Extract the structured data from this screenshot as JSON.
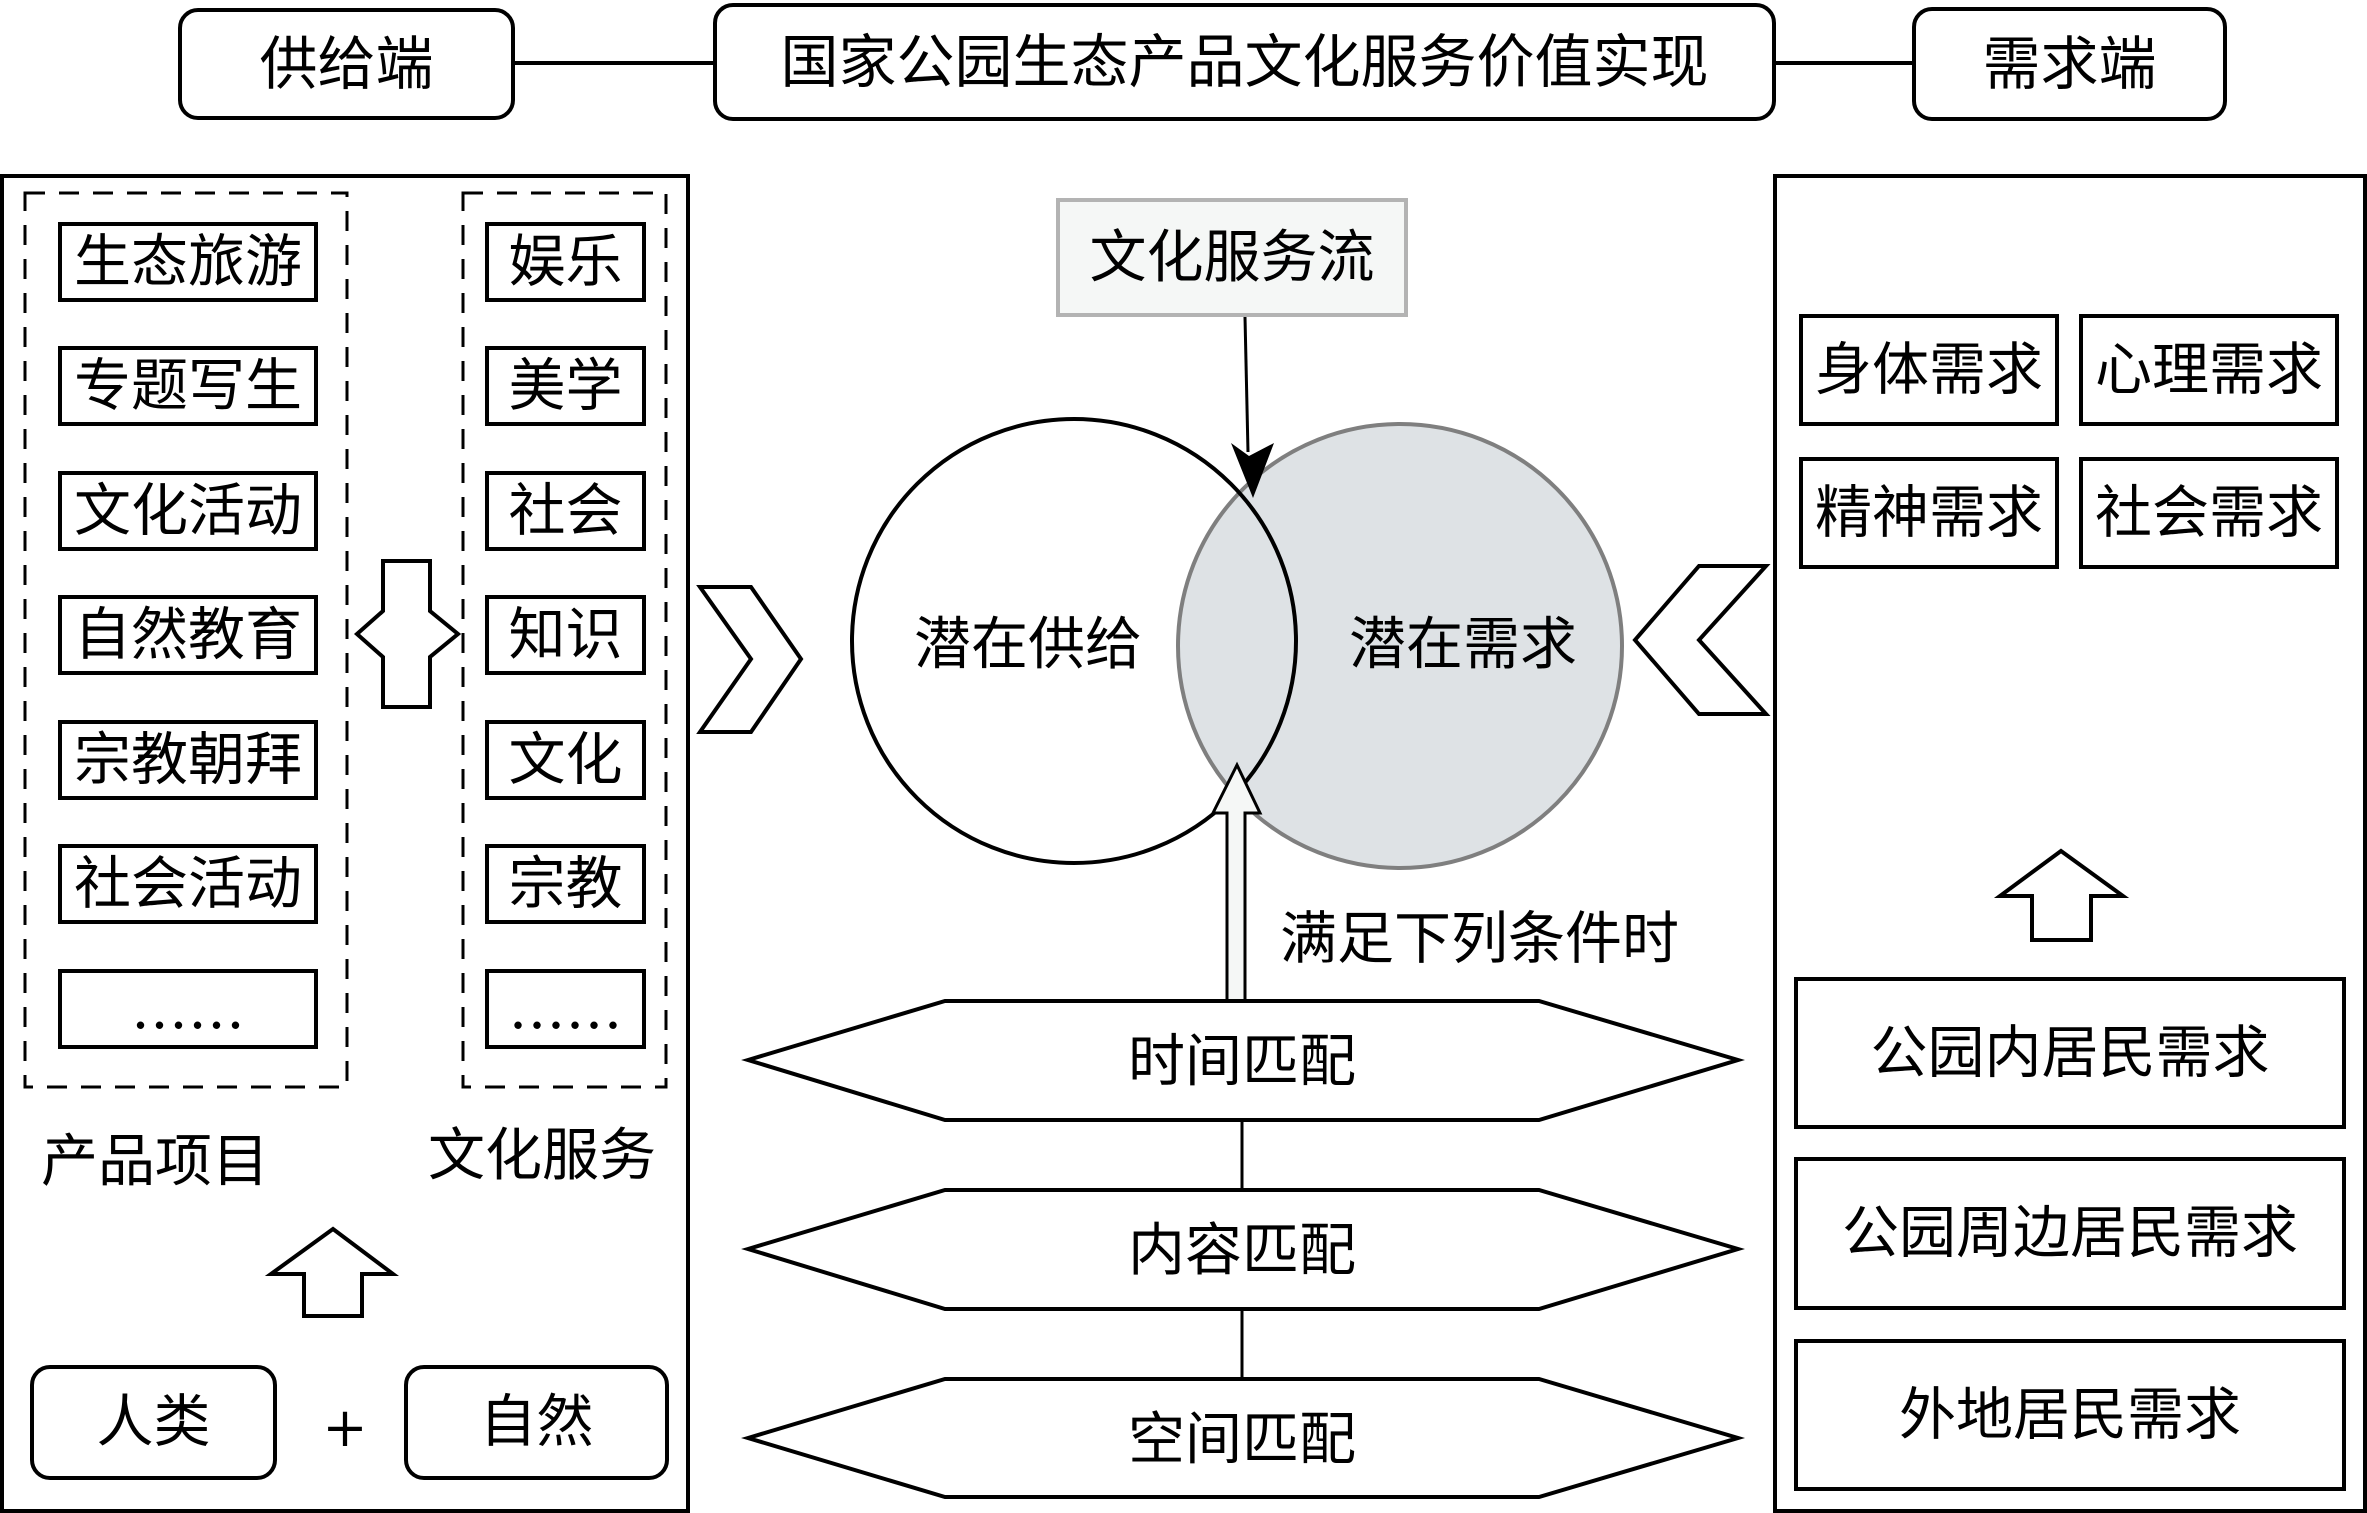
{
  "header": {
    "supply_side": "供给端",
    "title": "国家公园生态产品文化服务价值实现",
    "demand_side": "需求端"
  },
  "supply_panel": {
    "product_items": [
      "生态旅游",
      "专题写生",
      "文化活动",
      "自然教育",
      "宗教朝拜",
      "社会活动",
      "……"
    ],
    "cultural_services": [
      "娱乐",
      "美学",
      "社会",
      "知识",
      "文化",
      "宗教",
      "……"
    ],
    "product_items_label": "产品项目",
    "cultural_services_label": "文化服务",
    "sources": {
      "human": "人类",
      "plus": "+",
      "nature": "自然"
    }
  },
  "center": {
    "flow_label": "文化服务流",
    "potential_supply": "潜在供给",
    "potential_demand": "潜在需求",
    "condition_label": "满足下列条件时",
    "matches": [
      "时间匹配",
      "内容匹配",
      "空间匹配"
    ]
  },
  "demand_panel": {
    "needs": [
      "身体需求",
      "心理需求",
      "精神需求",
      "社会需求"
    ],
    "residents": [
      "公园内居民需求",
      "公园周边居民需求",
      "外地居民需求"
    ]
  },
  "colors": {
    "line": "#000000",
    "flow_box_border": "#b3b3b3",
    "flow_box_fill": "#f5f7f6",
    "demand_circle_fill": "#dee2e5",
    "demand_circle_stroke": "#7f7f7f",
    "hollow_arrow_fill": "#f5f7f6"
  }
}
